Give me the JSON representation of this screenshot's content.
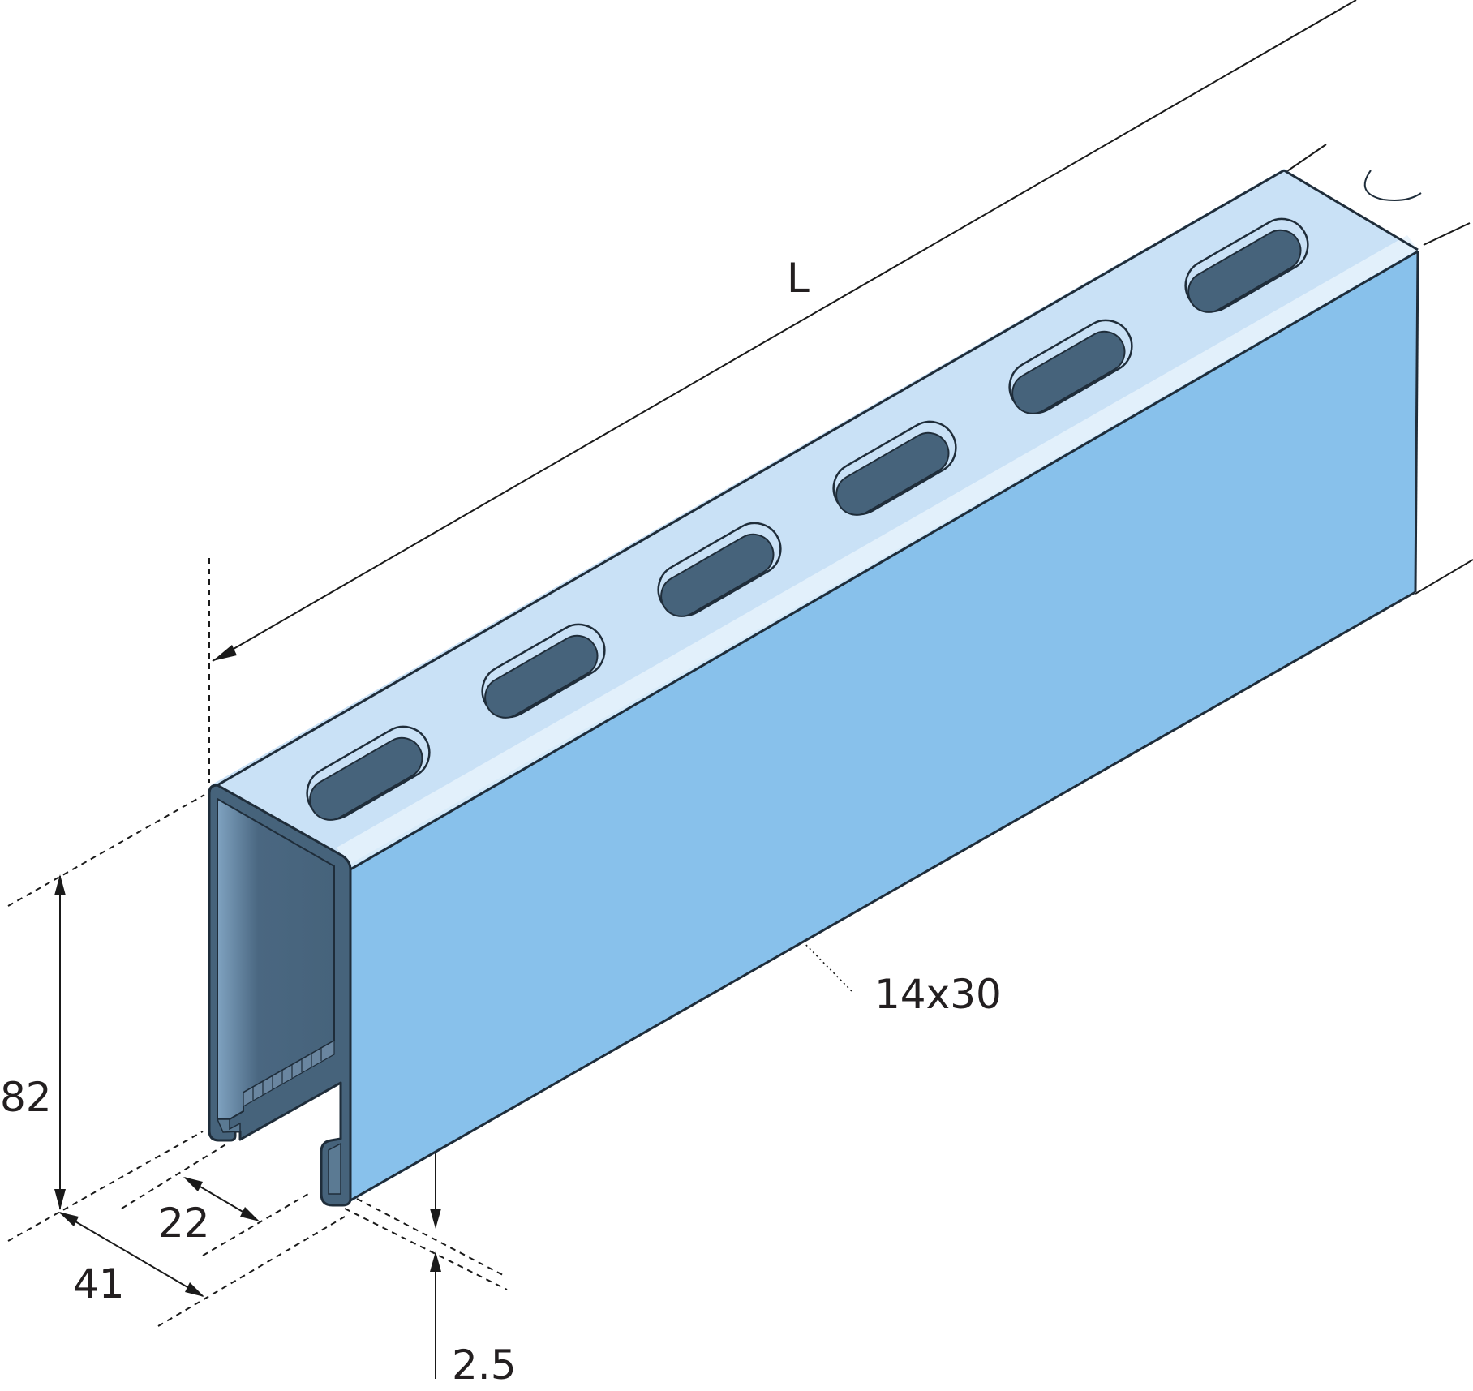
{
  "colors": {
    "top_face": "#c9e1f6",
    "side_face": "#88c1eb",
    "inner": "#46637b",
    "edge": "#1f2d3a",
    "dimension": "#1a1a1a"
  },
  "dimensions": {
    "length": "L",
    "height": "82",
    "width": "41",
    "slot_opening": "22",
    "thickness": "2.5",
    "slot_size": "14x30"
  }
}
